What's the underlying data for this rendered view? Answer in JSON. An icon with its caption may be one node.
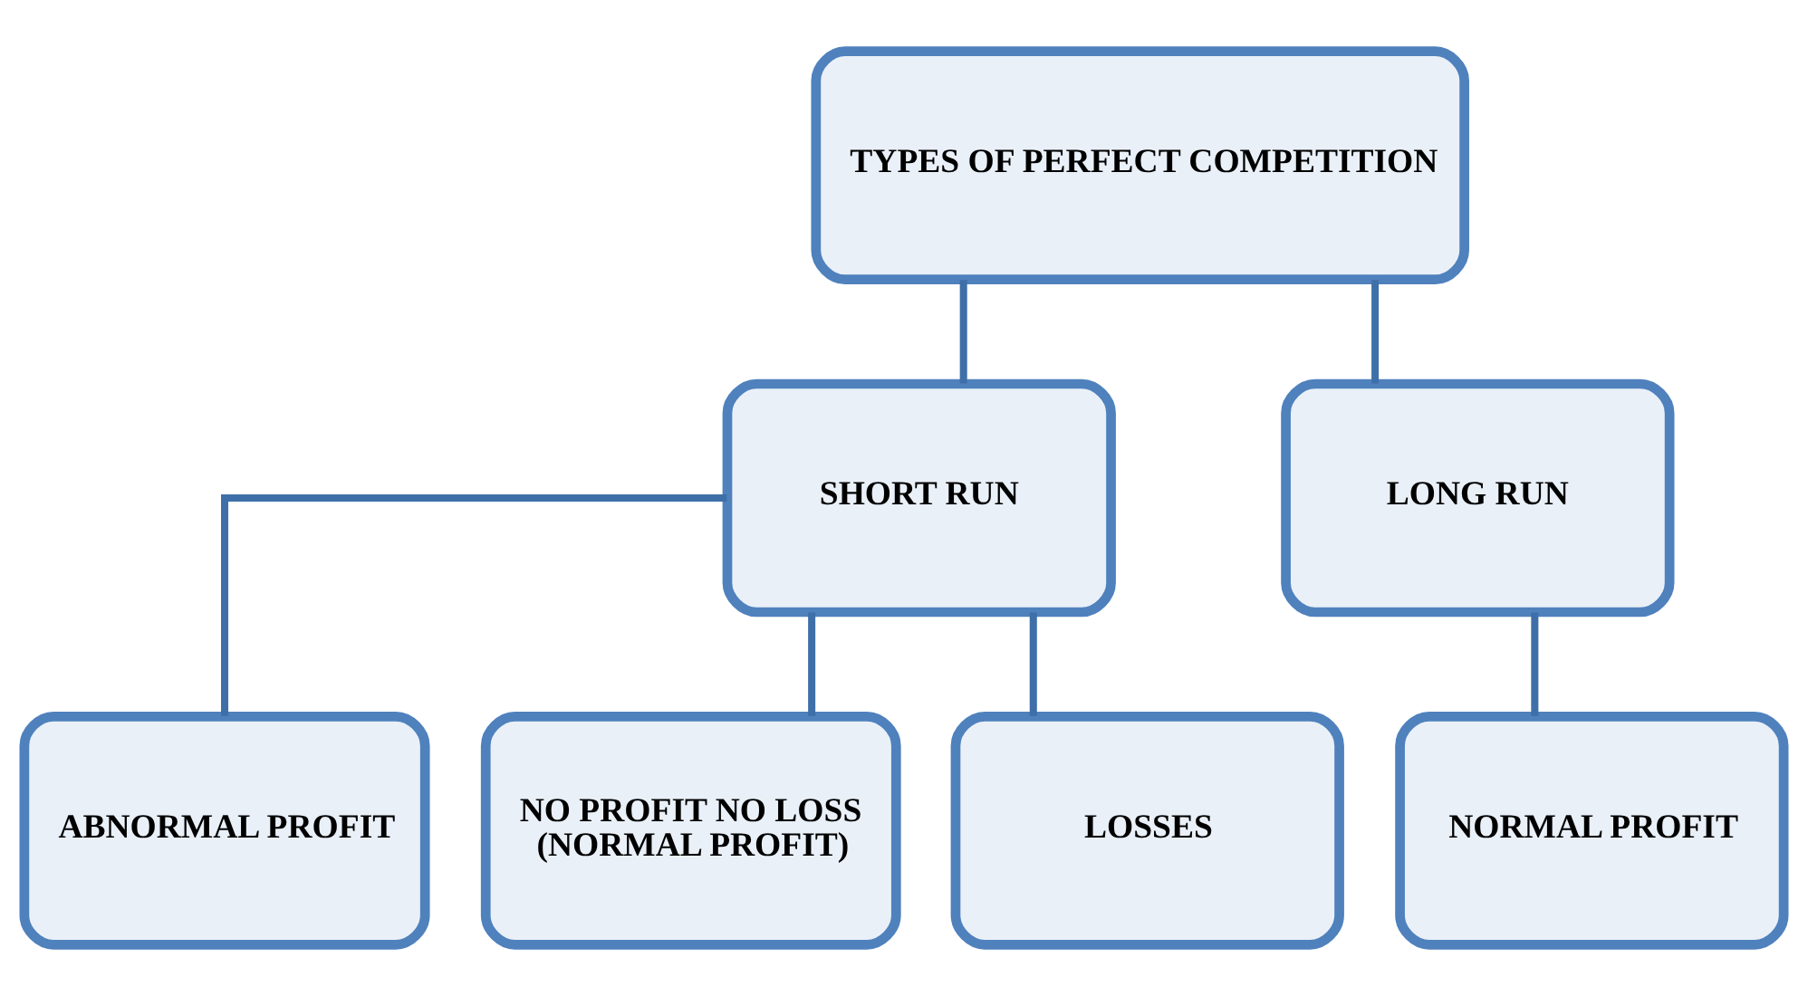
{
  "diagram": {
    "nodes": [
      {
        "text": [
          "TYPES OF PERFECT COMPETITION"
        ]
      },
      {
        "text": [
          "SHORT RUN"
        ]
      },
      {
        "text": [
          "LONG RUN"
        ]
      },
      {
        "text": [
          "ABNORMAL PROFIT"
        ]
      },
      {
        "text": [
          "NO PROFIT NO LOSS",
          "(NORMAL PROFIT)"
        ]
      },
      {
        "text": [
          "LOSSES"
        ]
      },
      {
        "text": [
          "NORMAL PROFIT"
        ]
      }
    ],
    "edges": [
      {
        "from": 0,
        "to": 1,
        "arrow": "none"
      },
      {
        "from": 0,
        "to": 2,
        "arrow": "none"
      },
      {
        "from": 1,
        "to": 3,
        "arrow": "none"
      },
      {
        "from": 1,
        "to": 4,
        "arrow": "none"
      },
      {
        "from": 1,
        "to": 5,
        "arrow": "none"
      },
      {
        "from": 2,
        "to": 6,
        "arrow": "none"
      }
    ]
  }
}
